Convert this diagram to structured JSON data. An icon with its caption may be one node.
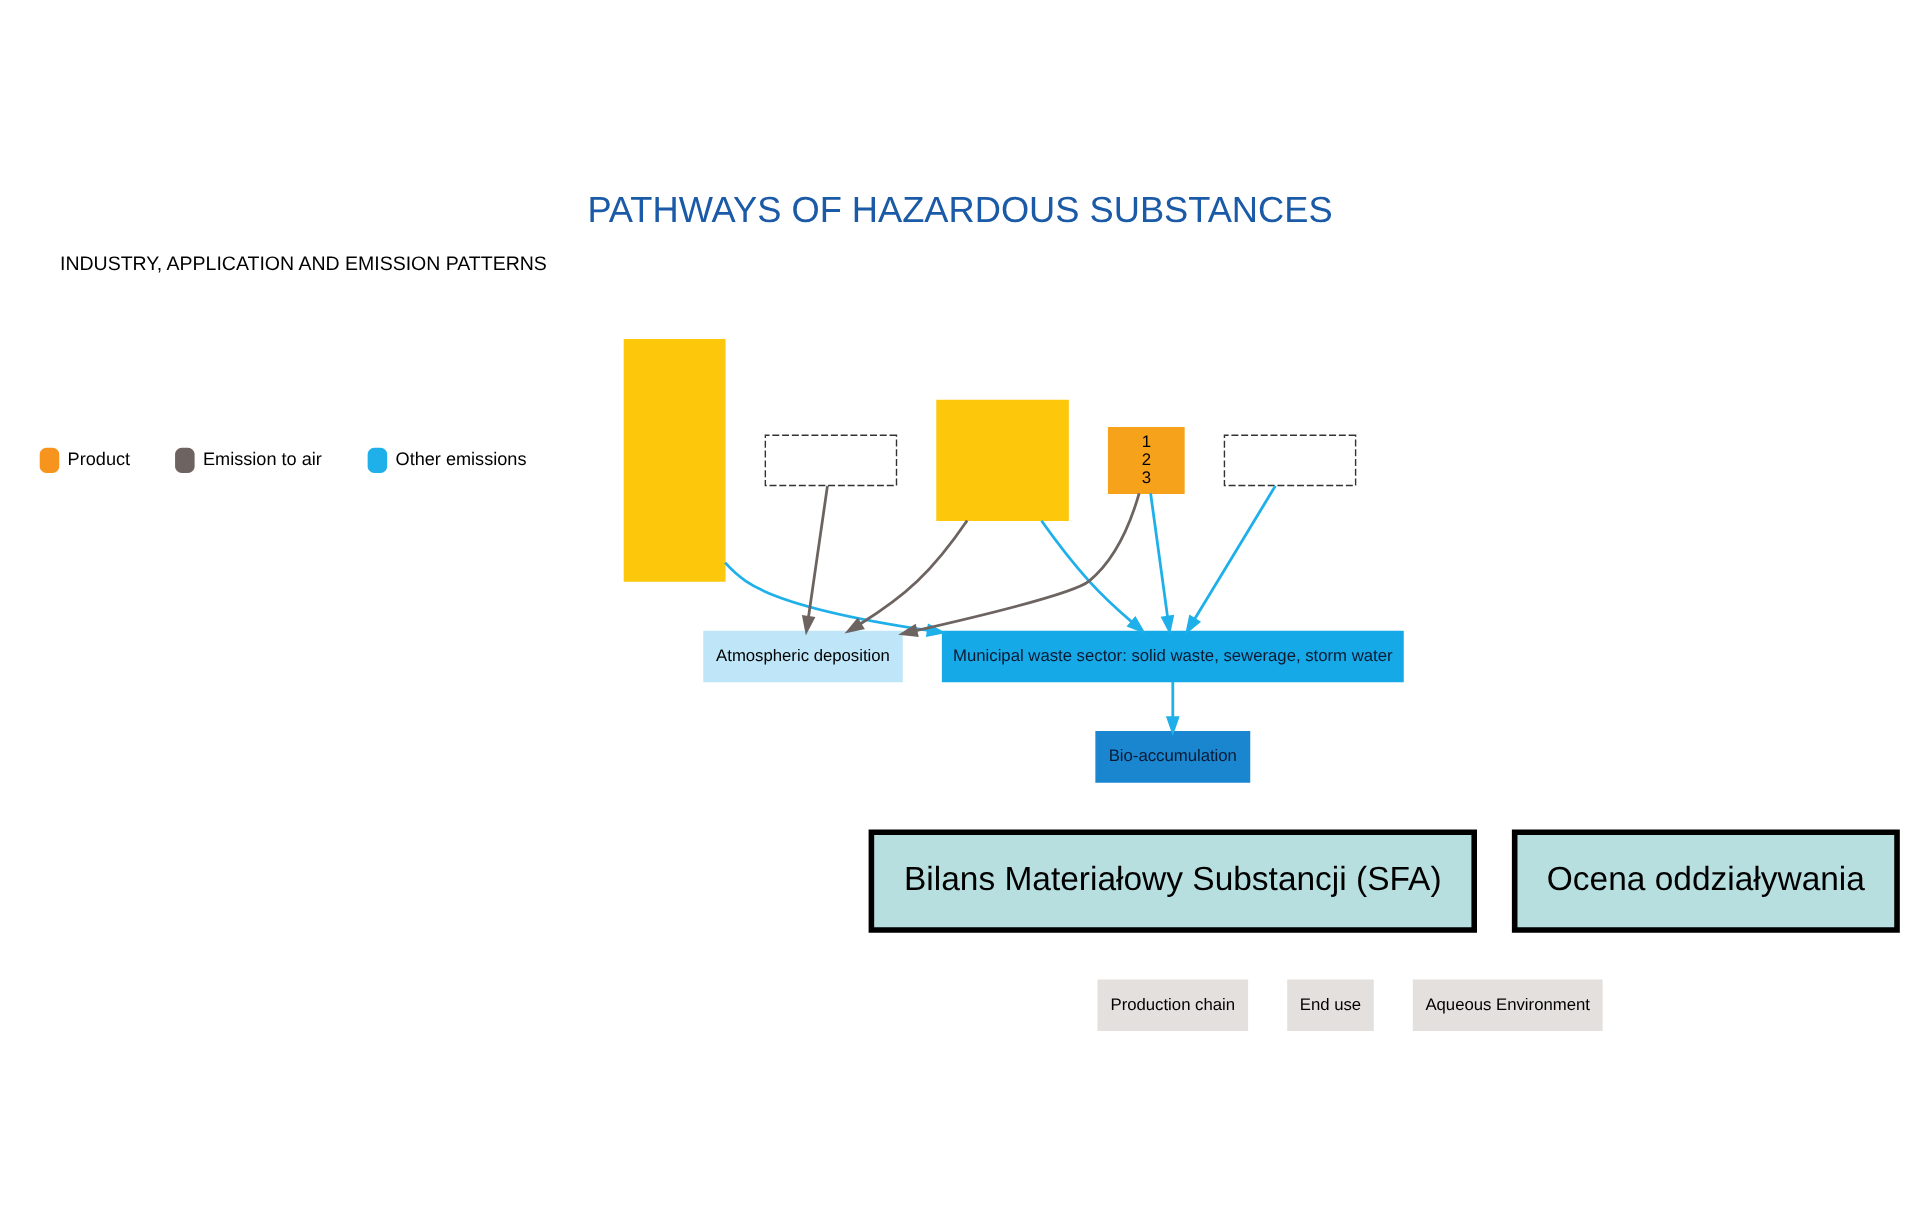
{
  "diagram": {
    "title": "PATHWAYS OF HAZARDOUS SUBSTANCES",
    "nodes": [
      {
        "text": [],
        "shape": "bar"
      },
      {
        "text": [],
        "shape": "box"
      },
      {
        "text": [],
        "shape": "box"
      },
      {
        "text": [
          "1",
          "2",
          "3"
        ]
      },
      {
        "text": [],
        "shape": "box"
      },
      {
        "text": [
          "Atmospheric deposition"
        ]
      },
      {
        "text": [
          "Bio-accumulation"
        ]
      },
      {
        "text": [
          "Municipal waste sector: solid waste, sewerage, storm water"
        ]
      },
      {
        "text": [
          "Production chain"
        ]
      },
      {
        "text": [
          "End use"
        ]
      },
      {
        "text": [
          "Aqueous Environment"
        ]
      },
      {
        "text": [
          "Bilans Materiałowy Substancji (SFA)"
        ]
      },
      {
        "text": [
          "Ocena oddziaływania"
        ]
      }
    ],
    "edges": [
      {
        "from": 1,
        "to": 5,
        "arrow": "to",
        "color": "#6d6461"
      },
      {
        "from": 2,
        "to": 5,
        "arrow": "to",
        "color": "#6d6461"
      },
      {
        "from": 3,
        "to": 5,
        "arrow": "to",
        "color": "#6d6461"
      },
      {
        "from": 0,
        "to": 7,
        "arrow": "to"
      },
      {
        "from": 2,
        "to": 7,
        "arrow": "to"
      },
      {
        "from": 3,
        "to": 7,
        "arrow": "to"
      },
      {
        "from": 4,
        "to": 7,
        "arrow": "to"
      },
      {
        "from": 7,
        "to": 6,
        "arrow": "to"
      }
    ],
    "labels": [
      "INDUSTRY, APPLICATION AND EMISSION PATTERNS"
    ],
    "legend": [
      {
        "text": "Product",
        "color": "#f7941d"
      },
      {
        "text": "Emission to air",
        "color": "#6d6461"
      },
      {
        "text": "Other emissions",
        "color": "#1fb0ea"
      }
    ]
  }
}
